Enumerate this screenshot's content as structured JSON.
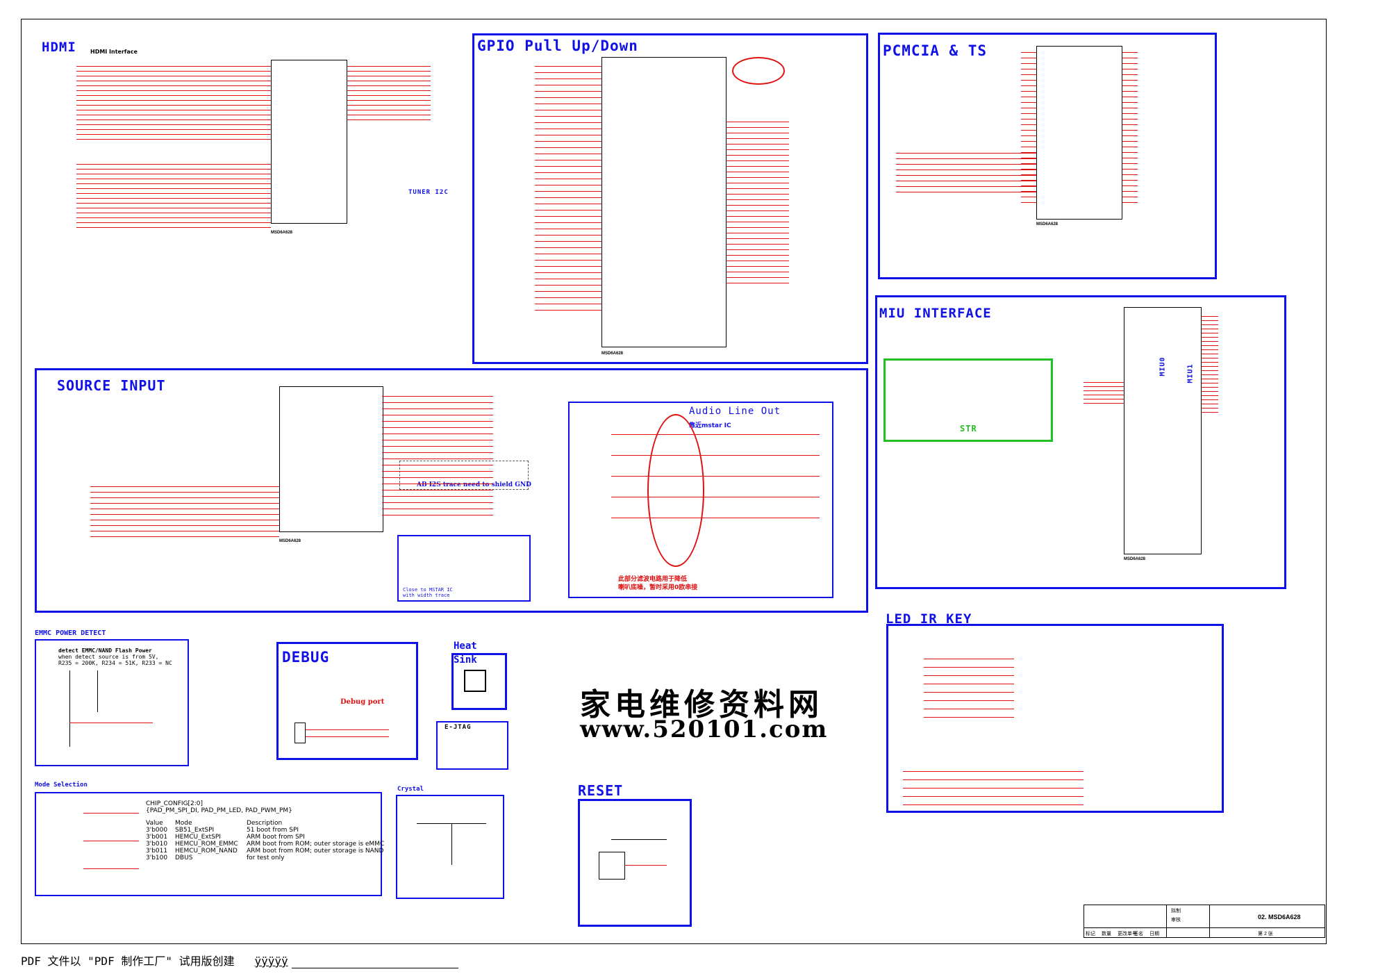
{
  "blocks": {
    "hdmi": {
      "title": "HDMI",
      "subtitle": "HDMI Interface",
      "chip": "MSD6A628"
    },
    "gpio": {
      "title": "GPIO Pull Up/Down",
      "chip": "MSD6A628"
    },
    "pcmcia": {
      "title": "PCMCIA & TS",
      "chip": "MSD6A628"
    },
    "miu": {
      "title": "MIU INTERFACE",
      "str": "STR",
      "miu0": "MIU0",
      "miu1": "MIU1",
      "chip": "MSD6A628"
    },
    "source": {
      "title": "SOURCE INPUT",
      "chip": "MSD6A628",
      "note_gnd": "AB I2S trace need to shield GND",
      "note_mstar": "Close to MSTAR IC\nwith width trace"
    },
    "audio": {
      "title": "Audio Line Out",
      "note_near": "靠近mstar IC",
      "note_filter1": "此部分滤波电路用于降低",
      "note_filter2": "喇叭底噪，暂时采用0欧串接"
    },
    "led": {
      "title": "LED IR KEY"
    },
    "emmc": {
      "title": "EMMC POWER DETECT",
      "line1": "detect EMMC/NAND Flash Power",
      "line2": "when detect source is from 5V,",
      "line3": "R235 = 200K, R234 = 51K, R233 = NC"
    },
    "debug": {
      "title": "DEBUG",
      "port": "Debug port"
    },
    "heat": {
      "title1": "Heat",
      "title2": "Sink"
    },
    "ejtag": {
      "title": "E-JTAG"
    },
    "mode": {
      "title": "Mode Selection"
    },
    "crystal": {
      "title": "Crystal"
    },
    "reset": {
      "title": "RESET"
    },
    "tuner": {
      "title": "TUNER I2C"
    }
  },
  "chip_config": {
    "header1": "CHIP_CONFIG[2:0]",
    "header2": "{PAD_PM_SPI_DI, PAD_PM_LED, PAD_PWM_PM}",
    "columns": [
      "Value",
      "Mode",
      "Description"
    ],
    "rows": [
      [
        "3'b000",
        "SB51_ExtSPI",
        "51 boot from SPI"
      ],
      [
        "3'b001",
        "HEMCU_ExtSPI",
        "ARM boot from SPI"
      ],
      [
        "3'b010",
        "HEMCU_ROM_EMMC",
        "ARM boot from ROM; outer storage is eMMC"
      ],
      [
        "3'b011",
        "HEMCU_ROM_NAND",
        "ARM boot from ROM; outer storage is NAND"
      ],
      [
        "3'b100",
        "DBUS",
        "for test only"
      ]
    ]
  },
  "watermark": {
    "cn": "家电维修资料网",
    "url": "www.520101.com"
  },
  "titleblock": {
    "sheet_name": "02. MSD6A628",
    "page": "第 2 张",
    "draw": "拟制",
    "review": "审核",
    "labels": [
      "标记",
      "数量",
      "更改单号",
      "签名",
      "日期"
    ]
  },
  "footer": {
    "text": "PDF 文件以 \"PDF 制作工厂\" 试用版创建",
    "link": "ÿÿÿÿÿ"
  }
}
